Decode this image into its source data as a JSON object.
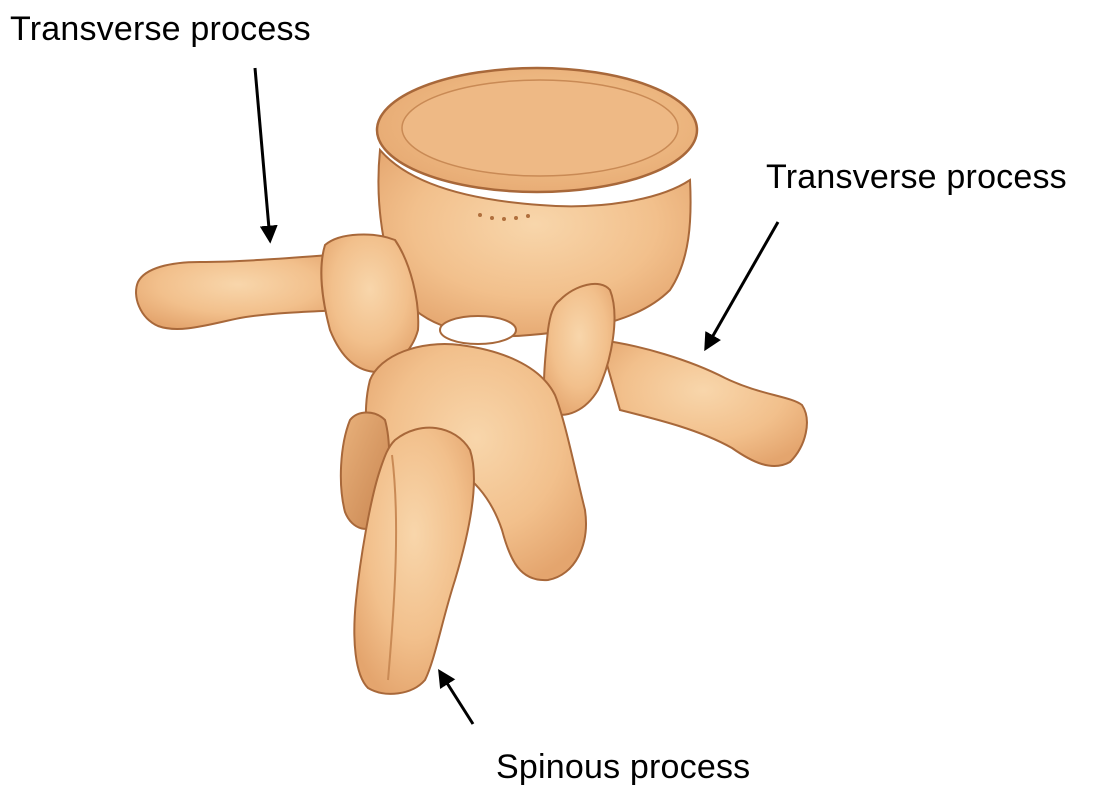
{
  "labels": {
    "transverse_left": "Transverse process",
    "transverse_right": "Transverse process",
    "spinous": "Spinous process"
  },
  "colors": {
    "background": "#ffffff",
    "bone_fill": "#f2c08c",
    "bone_light": "#f8d6ab",
    "bone_shadow": "#d9955e",
    "bone_outline": "#a8683a",
    "arrow": "#000000",
    "label_text": "#000000"
  }
}
